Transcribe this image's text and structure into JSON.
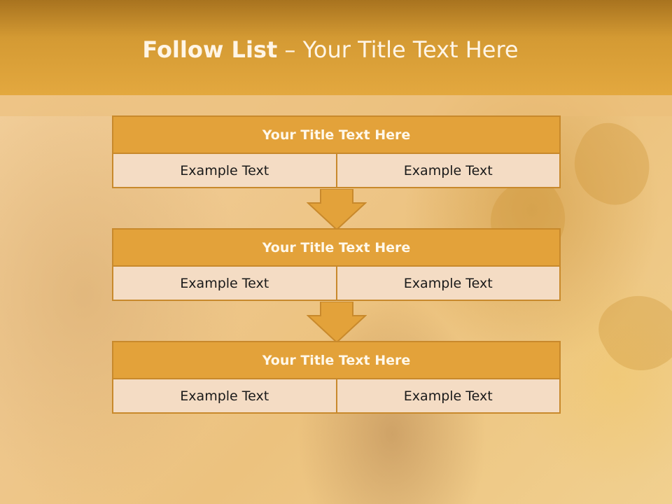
{
  "slide": {
    "title_bold": "Follow List",
    "title_rest": " – Your Title Text Here"
  },
  "blocks": [
    {
      "title": "Your Title Text Here",
      "left": "Example Text",
      "right": "Example Text"
    },
    {
      "title": "Your Title Text Here",
      "left": "Example Text",
      "right": "Example Text"
    },
    {
      "title": "Your Title Text Here",
      "left": "Example Text",
      "right": "Example Text"
    }
  ],
  "colors": {
    "header": "#e3a83f",
    "block_title": "#e3a23a",
    "cell": "#f4dcc4",
    "border": "#c8892c"
  }
}
